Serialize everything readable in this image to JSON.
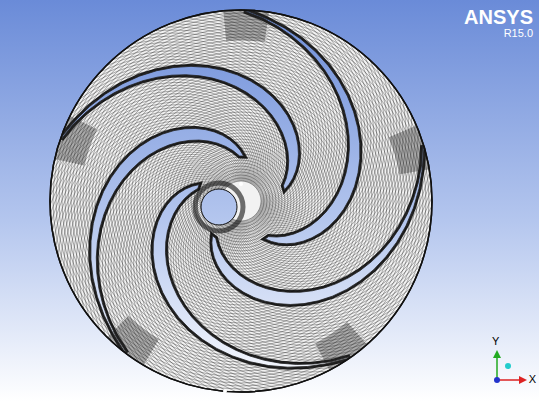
{
  "diagram": {
    "labels": [
      "ANSYS",
      "R15.0",
      "Y",
      "X"
    ]
  }
}
